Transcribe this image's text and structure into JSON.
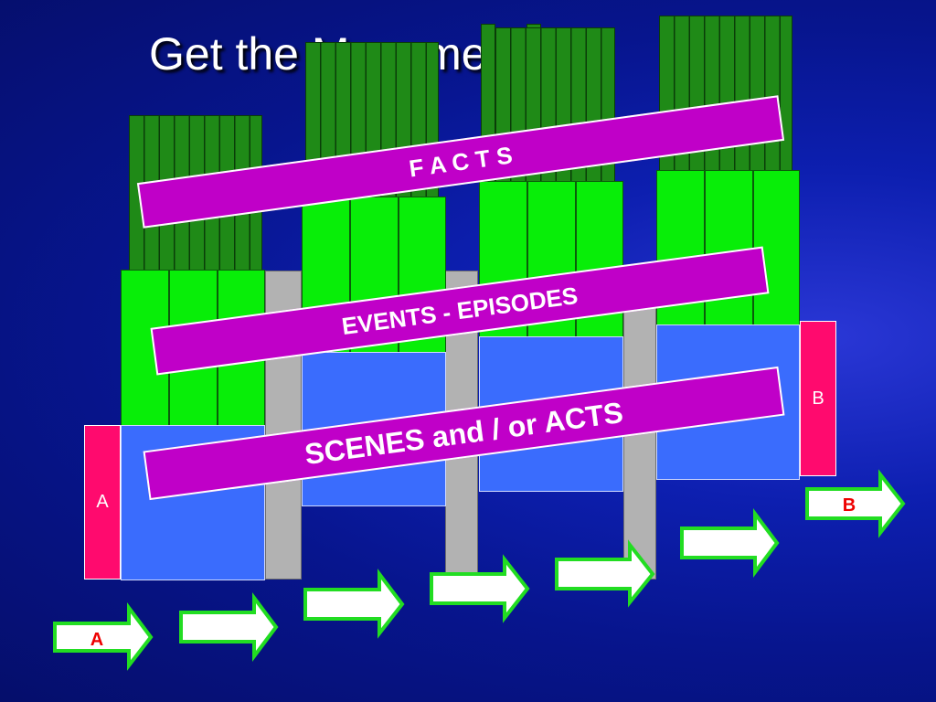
{
  "slide": {
    "title": "Get the Movement",
    "title_arrow": "⇨",
    "bands": {
      "facts": "F A C T S",
      "events": "EVENTS - EPISODES",
      "scenes": "SCENES and / or ACTS"
    },
    "boxes": {
      "start": "A",
      "end": "B"
    },
    "arrows": {
      "start": "A",
      "end": "B"
    }
  },
  "colors": {
    "background": "#07158e",
    "facts_green": "#1f8a17",
    "events_green": "#08ee08",
    "scene_blue": "#3a6cfd",
    "divider_gray": "#b2b2b2",
    "magenta_band": "#c000c8",
    "pink_box": "#ff0a6e",
    "arrow_border": "#22dd22",
    "arrow_label_red": "#ee0000"
  }
}
